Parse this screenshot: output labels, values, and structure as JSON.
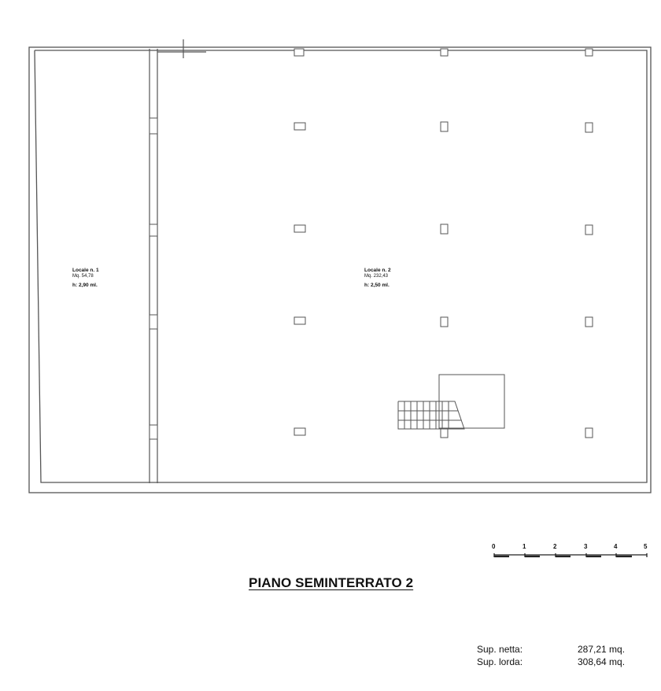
{
  "plan": {
    "title": "PIANO SEMINTERRATO 2",
    "rooms": [
      {
        "name": "Locale n. 1",
        "area": "Mq. 54,78",
        "height": "h: 2,90 ml."
      },
      {
        "name": "Locale n. 2",
        "area": "Mq. 232,43",
        "height": "h: 2,50 ml."
      }
    ],
    "scale_bar": {
      "ticks": [
        "0",
        "1",
        "2",
        "3",
        "4",
        "5"
      ]
    },
    "areas": [
      {
        "label": "Sup. netta:",
        "value": "287,21 mq."
      },
      {
        "label": "Sup. lorda:",
        "value": "308,64 mq."
      }
    ]
  },
  "colors": {
    "line": "#555555",
    "text": "#111111",
    "background": "#ffffff"
  }
}
